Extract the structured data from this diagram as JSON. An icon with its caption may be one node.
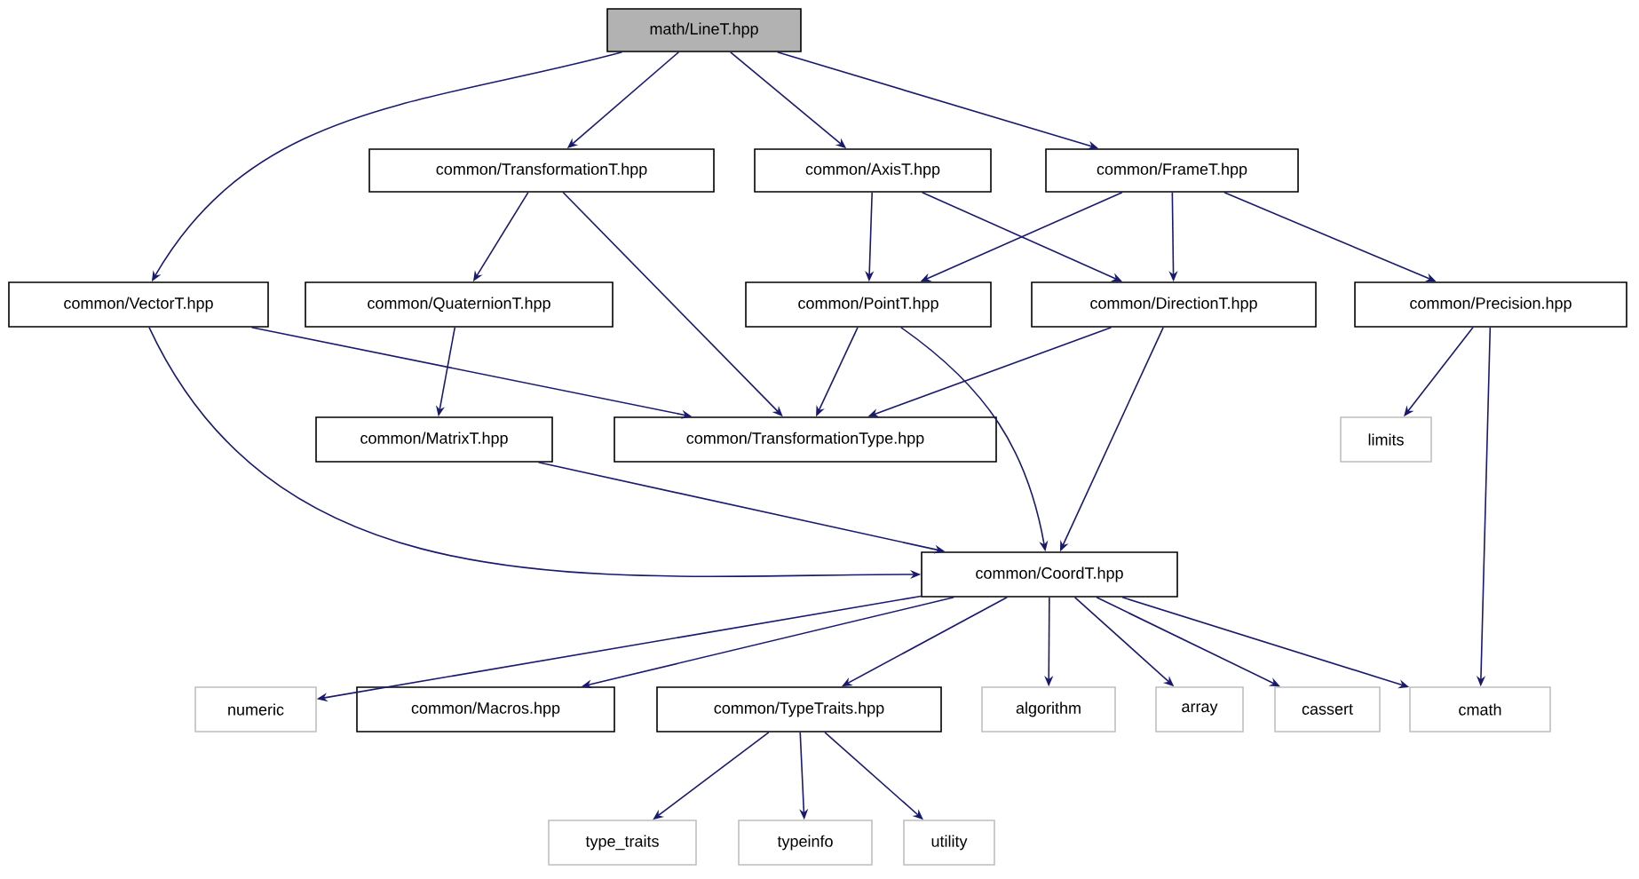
{
  "diagram": {
    "nodes": [
      {
        "text": [
          "math/LineT.hpp"
        ]
      },
      {
        "text": [
          "common/TransformationT.hpp"
        ]
      },
      {
        "text": [
          "common/AxisT.hpp"
        ]
      },
      {
        "text": [
          "common/FrameT.hpp"
        ]
      },
      {
        "text": [
          "common/VectorT.hpp"
        ]
      },
      {
        "text": [
          "common/QuaternionT.hpp"
        ]
      },
      {
        "text": [
          "common/PointT.hpp"
        ]
      },
      {
        "text": [
          "common/DirectionT.hpp"
        ]
      },
      {
        "text": [
          "common/Precision.hpp"
        ]
      },
      {
        "text": [
          "common/MatrixT.hpp"
        ]
      },
      {
        "text": [
          "common/TransformationType.hpp"
        ]
      },
      {
        "text": [
          "limits"
        ]
      },
      {
        "text": [
          "common/CoordT.hpp"
        ]
      },
      {
        "text": [
          "numeric"
        ]
      },
      {
        "text": [
          "common/Macros.hpp"
        ]
      },
      {
        "text": [
          "common/TypeTraits.hpp"
        ]
      },
      {
        "text": [
          "algorithm"
        ]
      },
      {
        "text": [
          "array"
        ]
      },
      {
        "text": [
          "cassert"
        ]
      },
      {
        "text": [
          "cmath"
        ]
      },
      {
        "text": [
          "type_traits"
        ]
      },
      {
        "text": [
          "typeinfo"
        ]
      },
      {
        "text": [
          "utility"
        ]
      }
    ],
    "edges": [
      {
        "from": 0,
        "to": 4,
        "arrow": "to"
      },
      {
        "from": 0,
        "to": 1,
        "arrow": "to"
      },
      {
        "from": 0,
        "to": 2,
        "arrow": "to"
      },
      {
        "from": 0,
        "to": 3,
        "arrow": "to"
      },
      {
        "from": 1,
        "to": 5,
        "arrow": "to"
      },
      {
        "from": 1,
        "to": 10,
        "arrow": "to"
      },
      {
        "from": 2,
        "to": 6,
        "arrow": "to"
      },
      {
        "from": 2,
        "to": 7,
        "arrow": "to"
      },
      {
        "from": 3,
        "to": 6,
        "arrow": "to"
      },
      {
        "from": 3,
        "to": 7,
        "arrow": "to"
      },
      {
        "from": 3,
        "to": 8,
        "arrow": "to"
      },
      {
        "from": 4,
        "to": 10,
        "arrow": "to"
      },
      {
        "from": 4,
        "to": 12,
        "arrow": "to"
      },
      {
        "from": 5,
        "to": 9,
        "arrow": "to"
      },
      {
        "from": 6,
        "to": 10,
        "arrow": "to"
      },
      {
        "from": 6,
        "to": 12,
        "arrow": "to"
      },
      {
        "from": 7,
        "to": 10,
        "arrow": "to"
      },
      {
        "from": 7,
        "to": 12,
        "arrow": "to"
      },
      {
        "from": 8,
        "to": 11,
        "arrow": "to"
      },
      {
        "from": 8,
        "to": 19,
        "arrow": "to"
      },
      {
        "from": 9,
        "to": 12,
        "arrow": "to"
      },
      {
        "from": 12,
        "to": 13,
        "arrow": "to"
      },
      {
        "from": 12,
        "to": 14,
        "arrow": "to"
      },
      {
        "from": 12,
        "to": 15,
        "arrow": "to"
      },
      {
        "from": 12,
        "to": 16,
        "arrow": "to"
      },
      {
        "from": 12,
        "to": 17,
        "arrow": "to"
      },
      {
        "from": 12,
        "to": 18,
        "arrow": "to"
      },
      {
        "from": 12,
        "to": 19,
        "arrow": "to"
      },
      {
        "from": 15,
        "to": 20,
        "arrow": "to"
      },
      {
        "from": 15,
        "to": 21,
        "arrow": "to"
      },
      {
        "from": 15,
        "to": 22,
        "arrow": "to"
      }
    ]
  }
}
